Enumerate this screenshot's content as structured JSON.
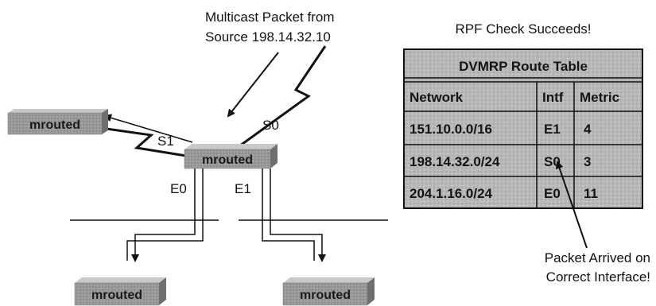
{
  "source_label": [
    "Multicast Packet from",
    "Source 198.14.32.10"
  ],
  "interfaces": {
    "s0": "S0",
    "s1": "S1",
    "e0": "E0",
    "e1": "E1"
  },
  "routers": {
    "left": "mrouted",
    "center": "mrouted",
    "bottom_left": "mrouted",
    "bottom_right": "mrouted"
  },
  "rpf_status": "RPF Check Succeeds!",
  "route_table": {
    "title": "DVMRP Route Table",
    "headers": [
      "Network",
      "Intf",
      "Metric"
    ],
    "rows": [
      [
        "151.10.0.0/16",
        "E1",
        "4"
      ],
      [
        "198.14.32.0/24",
        "S0",
        "3"
      ],
      [
        "204.1.16.0/24",
        "E0",
        "11"
      ]
    ]
  },
  "annotation": [
    "Packet Arrived on",
    "Correct Interface!"
  ]
}
